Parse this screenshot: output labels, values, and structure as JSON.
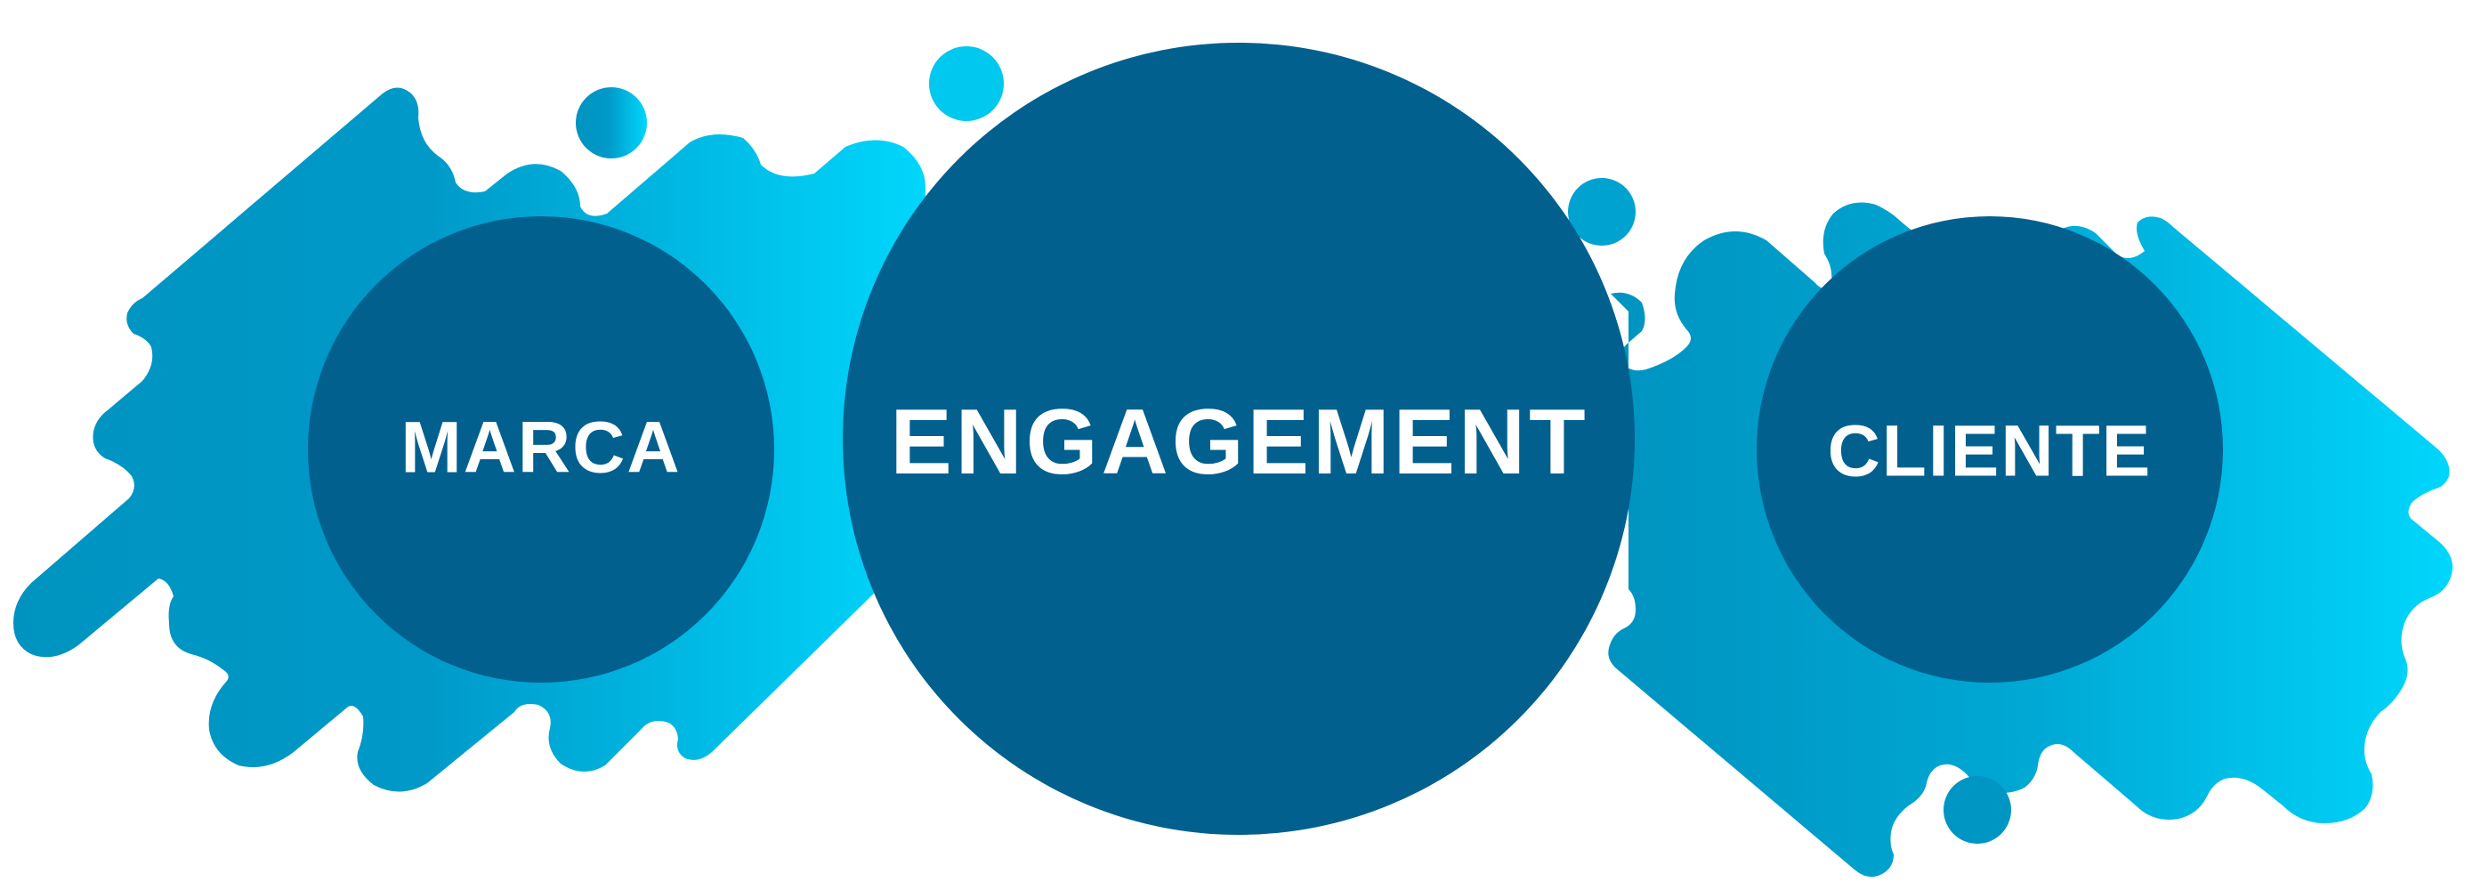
{
  "diagram": {
    "nodes": [
      {
        "id": "marca",
        "label": "MARCA"
      },
      {
        "id": "engagement",
        "label": "ENGAGEMENT"
      },
      {
        "id": "cliente",
        "label": "CLIENTE"
      }
    ],
    "colors": {
      "circle": "#02608f",
      "splash_dark": "#0093c0",
      "splash_light": "#00d6fc",
      "text": "#ffffff"
    }
  }
}
